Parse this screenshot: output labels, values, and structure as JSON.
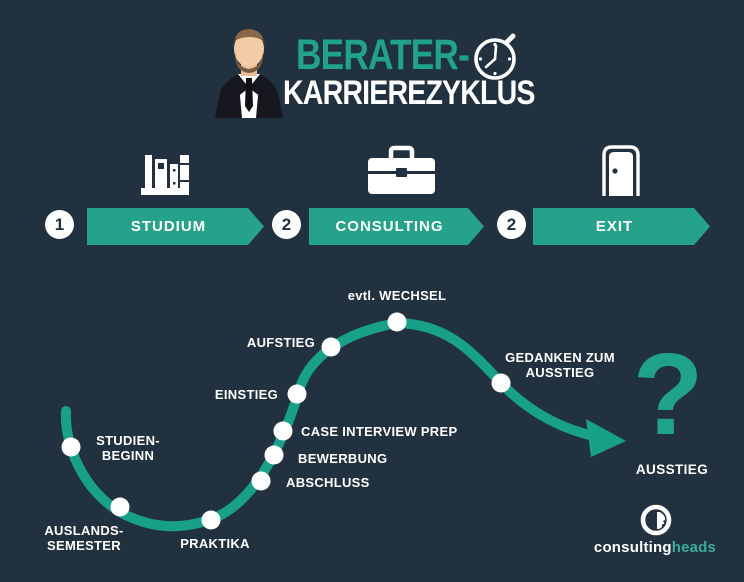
{
  "header": {
    "title_accent": "BERATER-",
    "title_rest": "KARRIEREZYKLUS",
    "avatar_icon": "businessman-avatar-icon",
    "timer_icon": "stopwatch-icon"
  },
  "stages": [
    {
      "number": "1",
      "label": "STUDIUM",
      "icon": "books-icon"
    },
    {
      "number": "2",
      "label": "CONSULTING",
      "icon": "briefcase-icon"
    },
    {
      "number": "2",
      "label": "EXIT",
      "icon": "door-icon"
    }
  ],
  "timeline": {
    "milestones": [
      {
        "label": "STUDIEN-\nBEGINN"
      },
      {
        "label": "AUSLANDS-\nSEMESTER"
      },
      {
        "label": "PRAKTIKA"
      },
      {
        "label": "ABSCHLUSS"
      },
      {
        "label": "BEWERBUNG"
      },
      {
        "label": "CASE INTERVIEW PREP"
      },
      {
        "label": "EINSTIEG"
      },
      {
        "label": "AUFSTIEG"
      },
      {
        "label": "evtl. WECHSEL"
      },
      {
        "label": "GEDANKEN ZUM\nAUSSTIEG"
      }
    ],
    "question_mark": "?",
    "exit_label": "AUSSTIEG"
  },
  "footer": {
    "brand_white": "consulting",
    "brand_teal": "heads",
    "brand_icon": "head-profile-ring-icon"
  },
  "colors": {
    "background": "#22313F",
    "accent_teal": "#1FA38A",
    "banner_teal": "#25A38A",
    "brand_teal": "#35AF97",
    "white": "#FFFFFF"
  }
}
